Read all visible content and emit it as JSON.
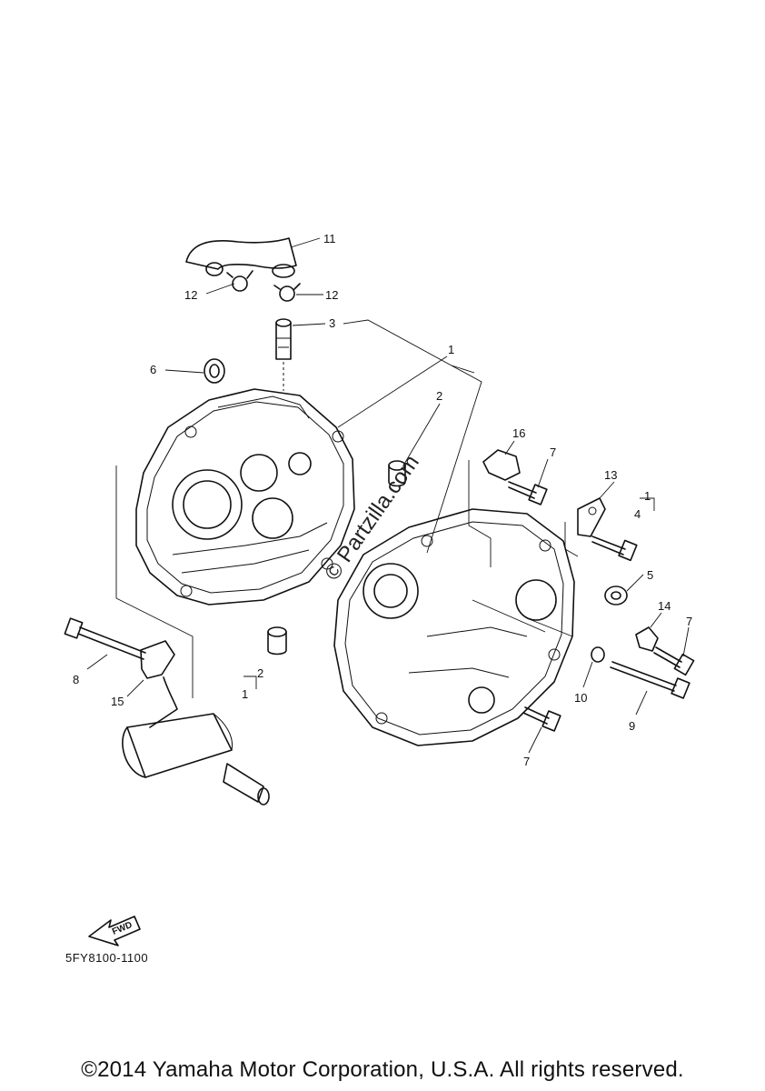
{
  "callouts": [
    {
      "id": "c11a",
      "text": "11"
    },
    {
      "id": "c12a",
      "text": "12"
    },
    {
      "id": "c12b",
      "text": "12"
    },
    {
      "id": "c3",
      "text": "3"
    },
    {
      "id": "c1a",
      "text": "1"
    },
    {
      "id": "c6",
      "text": "6"
    },
    {
      "id": "c2a",
      "text": "2"
    },
    {
      "id": "c16",
      "text": "16"
    },
    {
      "id": "c7a",
      "text": "7"
    },
    {
      "id": "c13",
      "text": "13"
    },
    {
      "id": "c1b",
      "text": "1"
    },
    {
      "id": "c4",
      "text": "4"
    },
    {
      "id": "c5",
      "text": "5"
    },
    {
      "id": "c14",
      "text": "14"
    },
    {
      "id": "c7b",
      "text": "7"
    },
    {
      "id": "c8",
      "text": "8"
    },
    {
      "id": "c2b",
      "text": "2"
    },
    {
      "id": "c1c",
      "text": "1"
    },
    {
      "id": "c15",
      "text": "15"
    },
    {
      "id": "c10",
      "text": "10"
    },
    {
      "id": "c9",
      "text": "9"
    },
    {
      "id": "c7c",
      "text": "7"
    }
  ],
  "fwd_label": "FWD",
  "watermark": "© Partzilla.com",
  "diagram_code": "5FY8100-1100",
  "copyright": "©2014 Yamaha Motor Corporation, U.S.A. All rights reserved."
}
